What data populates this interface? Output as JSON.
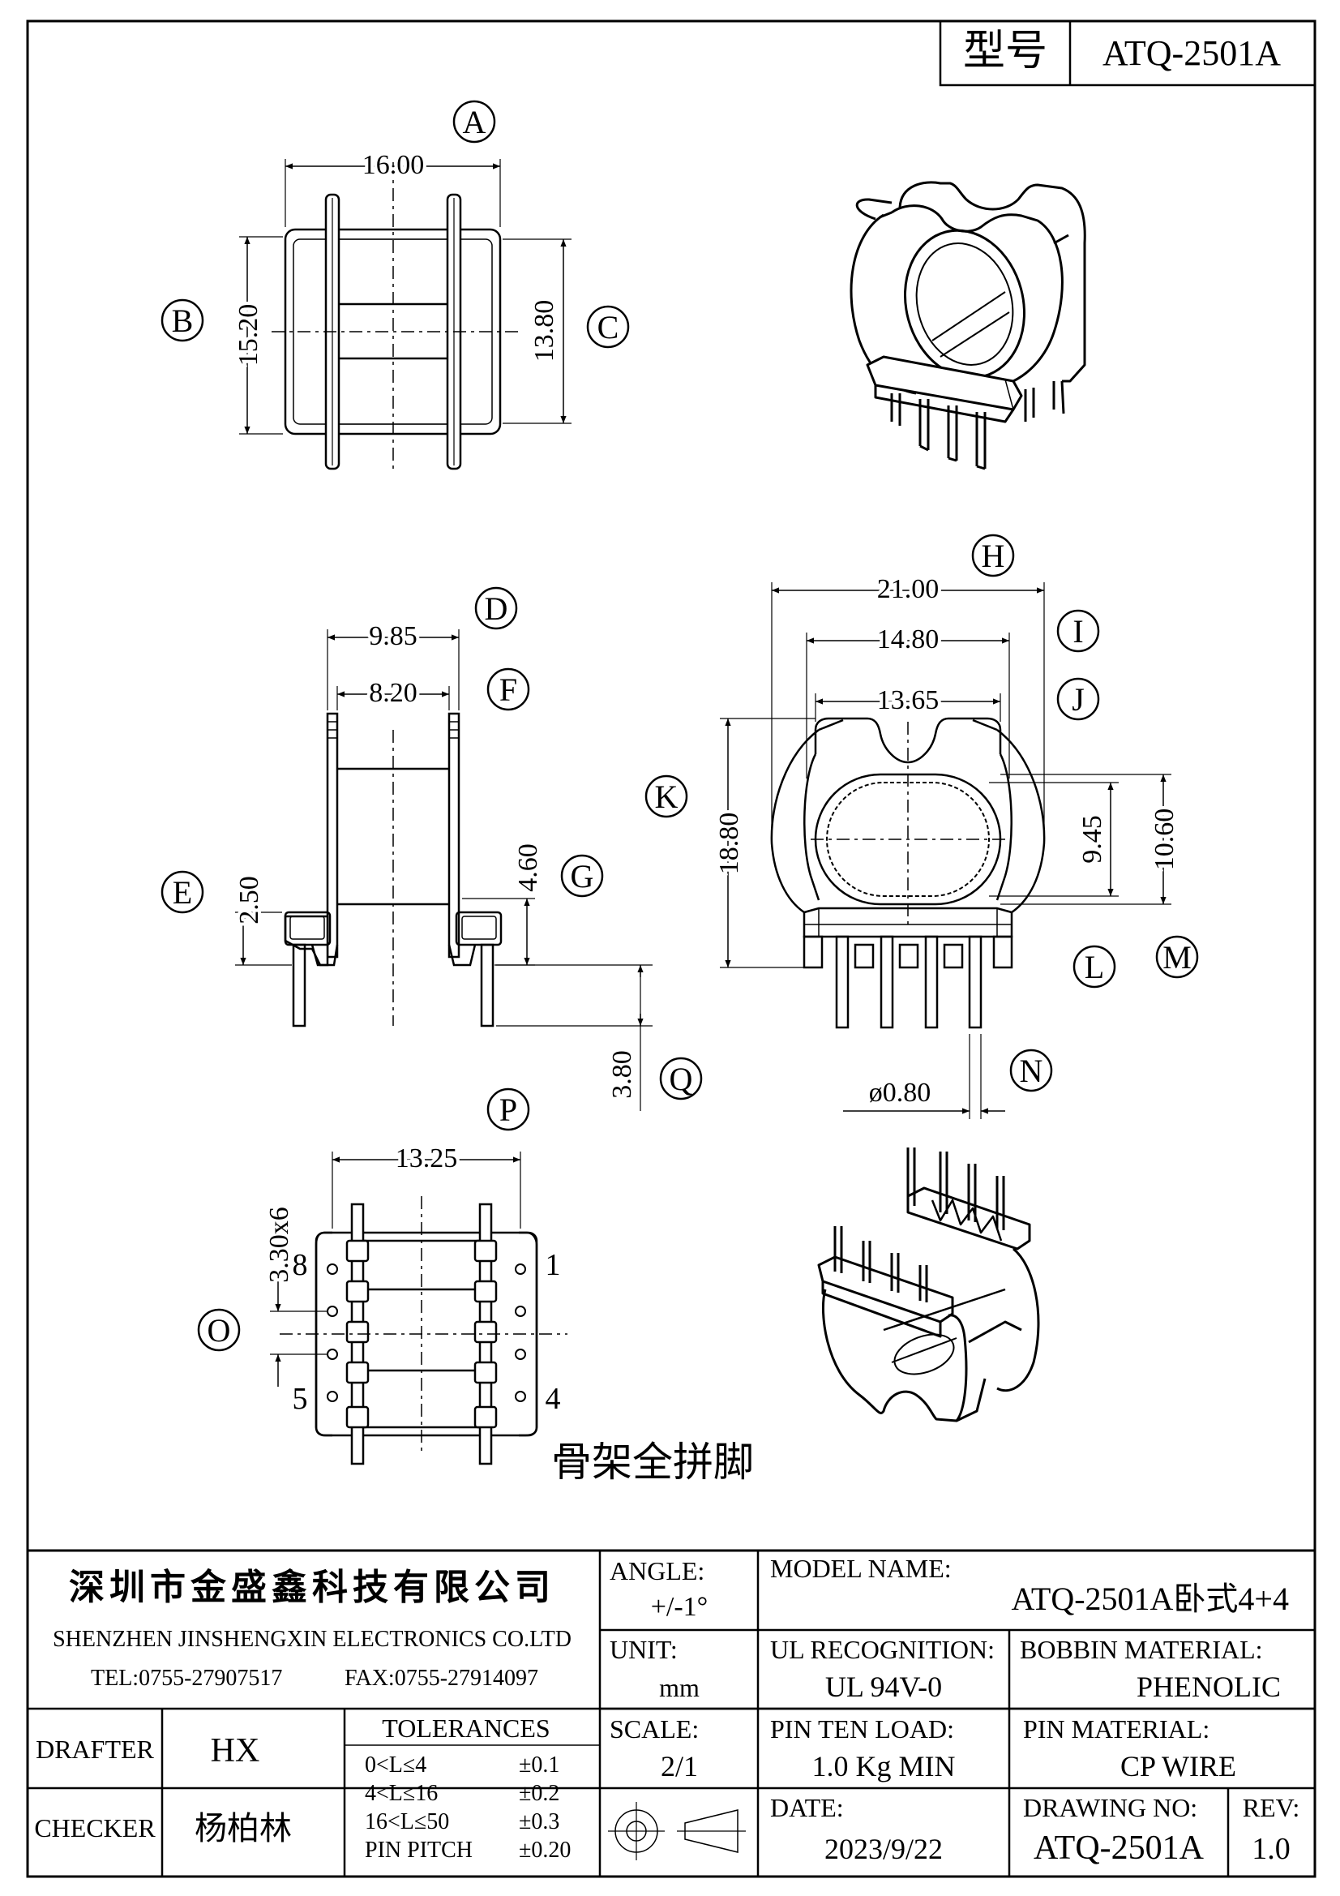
{
  "header": {
    "model_label": "型号",
    "model_value": "ATQ-2501A"
  },
  "view_top": {
    "label_a": "A",
    "dim_a": "16.00",
    "label_b": "B",
    "dim_b": "15.20",
    "label_c": "C",
    "dim_c": "13.80"
  },
  "view_side": {
    "label_d": "D",
    "dim_d": "9.85",
    "label_f": "F",
    "dim_f": "8.20",
    "label_e": "E",
    "dim_e": "2.50",
    "label_g": "G",
    "dim_g": "4.60",
    "label_q": "Q",
    "dim_q": "3.80"
  },
  "view_front": {
    "label_h": "H",
    "dim_h": "21.00",
    "label_i": "I",
    "dim_i": "14.80",
    "label_j": "J",
    "dim_j": "13.65",
    "label_k": "K",
    "dim_k": "18.80",
    "label_l": "L",
    "dim_l": "9.45",
    "label_m": "M",
    "dim_m": "10.60",
    "label_n": "N",
    "dim_n": "ø0.80"
  },
  "view_bottom": {
    "label_p": "P",
    "dim_p": "13.25",
    "label_o": "O",
    "dim_o": "3.30x6",
    "pin_8": "8",
    "pin_1": "1",
    "pin_5": "5",
    "pin_4": "4",
    "note": "骨架全拼脚"
  },
  "title_block": {
    "company_cn": "深圳市金盛鑫科技有限公司",
    "company_en": "SHENZHEN JINSHENGXIN ELECTRONICS CO.LTD",
    "tel": "TEL:0755-27907517",
    "fax": "FAX:0755-27914097",
    "angle_label": "ANGLE:",
    "angle_value": "+/-1°",
    "model_name_label": "MODEL NAME:",
    "model_name_value": "ATQ-2501A卧式4+4",
    "unit_label": "UNIT:",
    "unit_value": "mm",
    "ul_label": "UL RECOGNITION:",
    "ul_value": "UL 94V-0",
    "bobbin_label": "BOBBIN MATERIAL:",
    "bobbin_value": "PHENOLIC",
    "drafter_label": "DRAFTER",
    "drafter_value": "HX",
    "checker_label": "CHECKER",
    "checker_value": "杨柏林",
    "tolerances_label": "TOLERANCES",
    "tolerances": [
      {
        "range": "0<L≤4",
        "value": "±0.1"
      },
      {
        "range": "4<L≤16",
        "value": "±0.2"
      },
      {
        "range": "16<L≤50",
        "value": "±0.3"
      },
      {
        "range": "PIN PITCH",
        "value": "±0.20"
      }
    ],
    "scale_label": "SCALE:",
    "scale_value": "2/1",
    "pin_load_label": "PIN TEN LOAD:",
    "pin_load_value": "1.0 Kg MIN",
    "pin_material_label": "PIN MATERIAL:",
    "pin_material_value": "CP WIRE",
    "date_label": "DATE:",
    "date_value": "2023/9/22",
    "drawing_no_label": "DRAWING NO:",
    "drawing_no_value": "ATQ-2501A",
    "rev_label": "REV:",
    "rev_value": "1.0"
  }
}
